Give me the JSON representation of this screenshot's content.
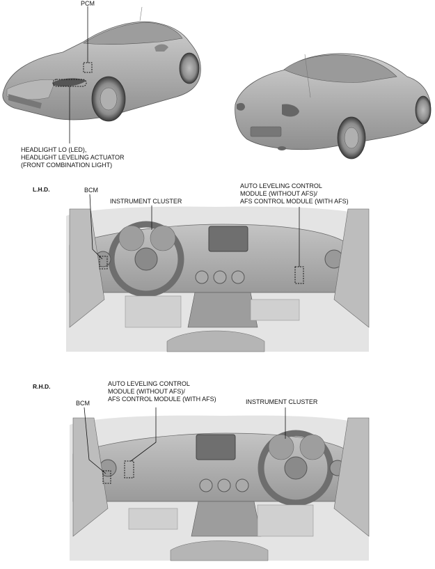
{
  "labels": {
    "pcm": "PCM",
    "headlight": [
      "HEADLIGHT LO (LED),",
      "HEADLIGHT LEVELING ACTUATOR",
      "(FRONT COMBINATION LIGHT)"
    ],
    "lhd": {
      "section": "L.H.D.",
      "bcm": "BCM",
      "instrument_cluster": "INSTRUMENT CLUSTER",
      "auto_leveling": [
        "AUTO LEVELING CONTROL",
        "MODULE (WITHOUT AFS)/",
        "AFS CONTROL MODULE (WITH AFS)"
      ]
    },
    "rhd": {
      "section": "R.H.D.",
      "bcm": "BCM",
      "instrument_cluster": "INSTRUMENT CLUSTER",
      "auto_leveling": [
        "AUTO LEVELING CONTROL",
        "MODULE (WITHOUT AFS)/",
        "AFS CONTROL MODULE (WITH AFS)"
      ]
    }
  },
  "colors": {
    "body": "#a9a9a9",
    "shade": "#8a8a8a",
    "light": "#d6d6d6",
    "dark": "#555555",
    "line": "#111111"
  }
}
